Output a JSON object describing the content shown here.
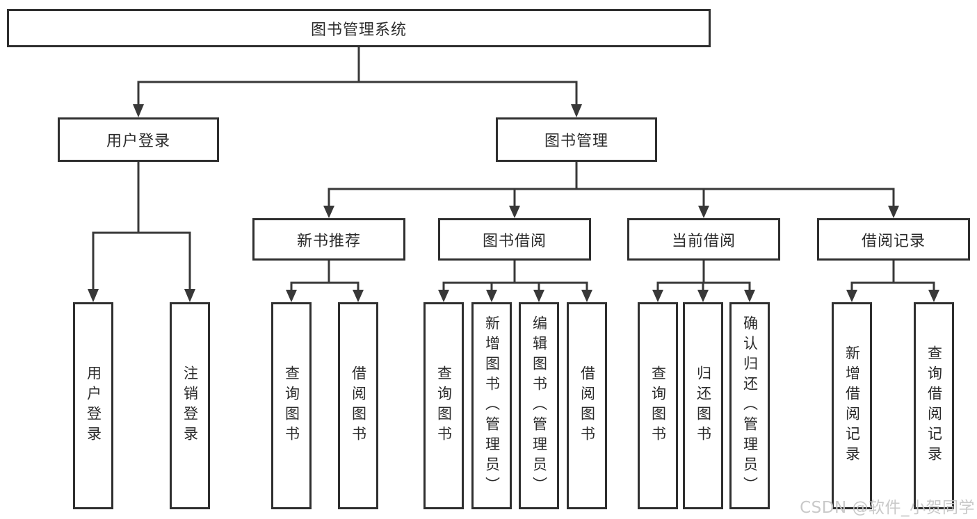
{
  "tree": {
    "root": {
      "label": "图书管理系统"
    },
    "branches": [
      {
        "label": "用户登录",
        "children": [
          {
            "label": "用户登录"
          },
          {
            "label": "注销登录"
          }
        ]
      },
      {
        "label": "图书管理",
        "children": [
          {
            "label": "新书推荐",
            "children": [
              {
                "label": "查询图书"
              },
              {
                "label": "借阅图书"
              }
            ]
          },
          {
            "label": "图书借阅",
            "children": [
              {
                "label": "查询图书"
              },
              {
                "label": "新增图书（管理员）"
              },
              {
                "label": "编辑图书（管理员）"
              },
              {
                "label": "借阅图书"
              }
            ]
          },
          {
            "label": "当前借阅",
            "children": [
              {
                "label": "查询图书"
              },
              {
                "label": "归还图书"
              },
              {
                "label": "确认归还（管理员）"
              }
            ]
          },
          {
            "label": "借阅记录",
            "children": [
              {
                "label": "新增借阅记录"
              },
              {
                "label": "查询借阅记录"
              }
            ]
          }
        ]
      }
    ]
  },
  "watermark": {
    "text": "CSDN @软件_小贺同学"
  },
  "colors": {
    "line": "#383838",
    "box_border": "#2f2f2f",
    "text": "#2b2b2b",
    "watermark": "#c6c6c6",
    "background": "#ffffff"
  }
}
